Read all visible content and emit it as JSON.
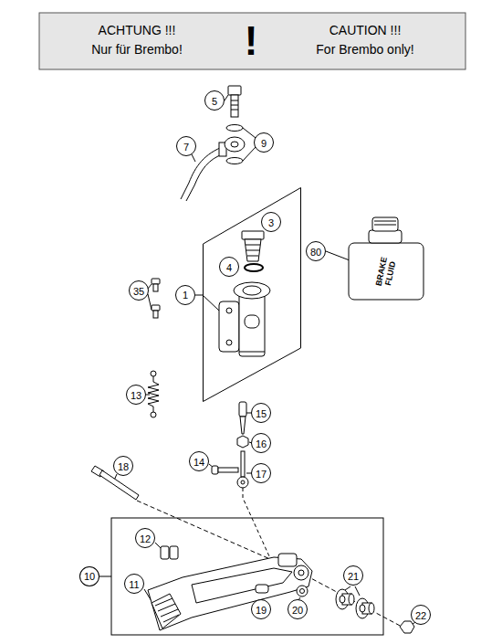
{
  "diagram": {
    "nodes": [
      {
        "text": [
          "ACHTUNG !!!",
          "Nur für Brembo!",
          "!",
          "CAUTION !!!",
          "For Brembo only!"
        ]
      },
      {
        "text": [
          "5"
        ]
      },
      {
        "text": [
          "9"
        ]
      },
      {
        "text": [
          "7"
        ]
      },
      {
        "text": [
          "1"
        ]
      },
      {
        "text": [
          "3"
        ],
        "in": 4
      },
      {
        "text": [
          "4"
        ],
        "in": 4
      },
      {
        "text": [
          "80"
        ]
      },
      {
        "text": [
          "35"
        ]
      },
      {
        "text": [
          "13"
        ]
      },
      {
        "text": [
          "15"
        ]
      },
      {
        "text": [
          "16"
        ]
      },
      {
        "text": [
          "14"
        ]
      },
      {
        "text": [
          "17"
        ]
      },
      {
        "text": [
          "18"
        ]
      },
      {
        "text": [
          "10"
        ]
      },
      {
        "text": [
          "12"
        ],
        "in": 15
      },
      {
        "text": [
          "11"
        ],
        "in": 15
      },
      {
        "text": [
          "19"
        ],
        "in": 15
      },
      {
        "text": [
          "20"
        ],
        "in": 15
      },
      {
        "text": [
          "21"
        ],
        "in": 15
      },
      {
        "text": [
          "22"
        ]
      }
    ],
    "labels": [
      "BRAKE FLUID"
    ]
  }
}
